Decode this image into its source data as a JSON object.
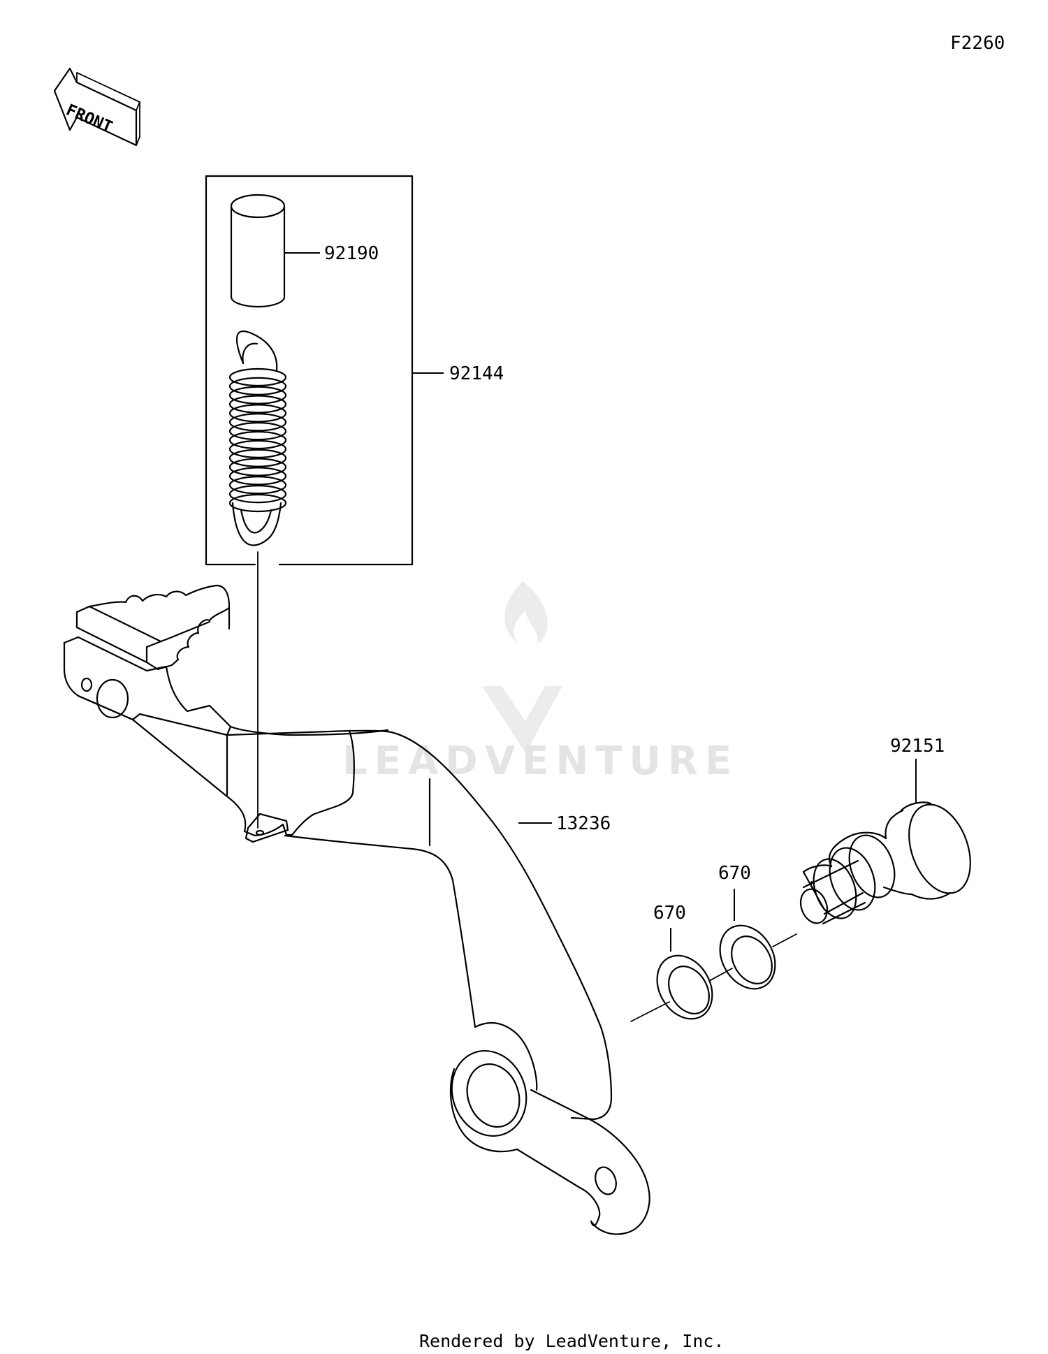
{
  "diagram": {
    "code": "F2260",
    "front_label": "FRONT",
    "watermark_text": "LEADVENTURE",
    "footer": "Rendered by LeadVenture, Inc.",
    "callouts": {
      "collar": "92190",
      "spring": "92144",
      "pedal": "13236",
      "bolt": "92151",
      "washer_a": "670",
      "washer_b": "670"
    }
  }
}
